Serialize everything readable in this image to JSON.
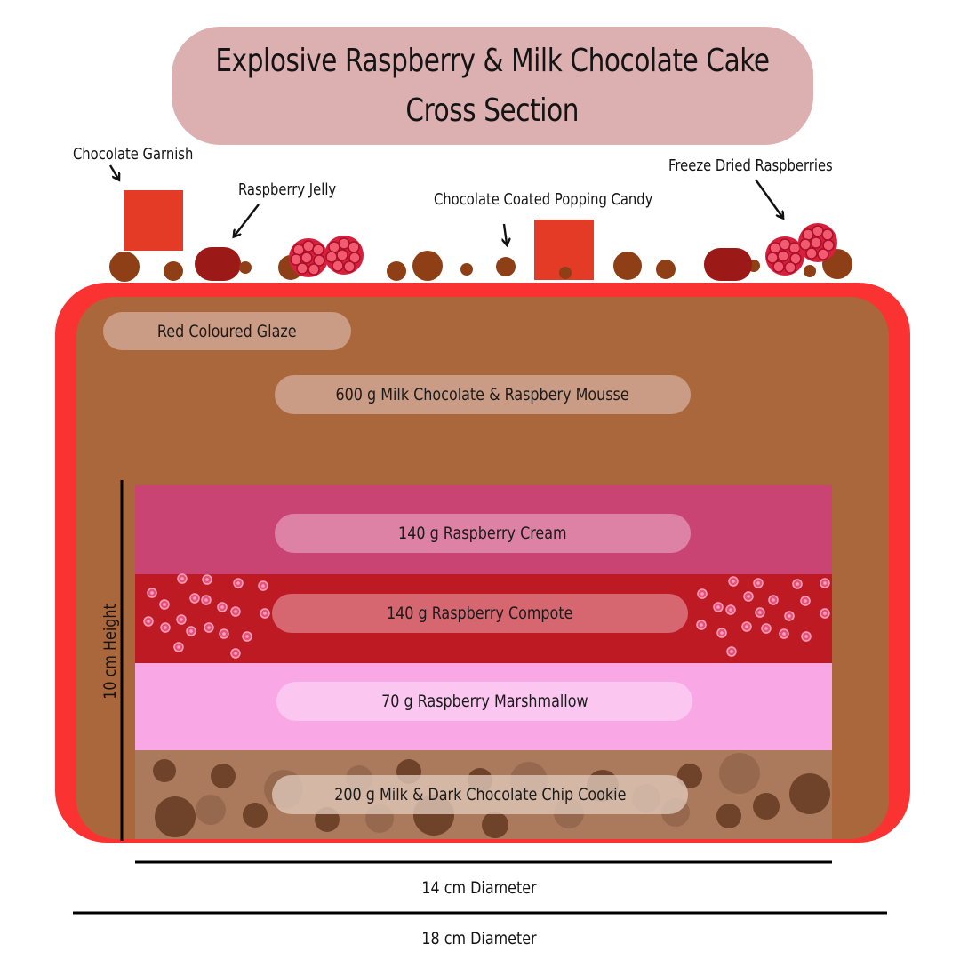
{
  "title": {
    "line1": "Explosive Raspberry & Milk Chocolate Cake",
    "line2": "Cross Section"
  },
  "callouts": {
    "chocolate_garnish": "Chocolate Garnish",
    "raspberry_jelly": "Raspberry Jelly",
    "popping_candy": "Chocolate Coated Popping Candy",
    "freeze_dried": "Freeze Dried Raspberries"
  },
  "layers": {
    "glaze": "Red Coloured Glaze",
    "mousse": "600 g Milk Chocolate & Raspbery Mousse",
    "cream": "140 g Raspberry Cream",
    "compote": "140 g Raspberry Compote",
    "marshmallow": "70 g Raspberry Marshmallow",
    "cookie": "200 g Milk & Dark Chocolate Chip Cookie"
  },
  "dimensions": {
    "height": "10 cm Height",
    "inner_diameter": "14 cm Diameter",
    "outer_diameter": "18 cm Diameter"
  },
  "colors": {
    "title_bg": "#dcafb1",
    "glaze": "#fb3232",
    "mousse": "#ab673c",
    "cream": "#c94373",
    "compote": "#be1a24",
    "marshmallow": "#f9a7e5",
    "cookie": "#ab7a5c",
    "chocolate": "#8e3f16",
    "garnish": "#e33b25",
    "jelly": "#9b1a17"
  }
}
